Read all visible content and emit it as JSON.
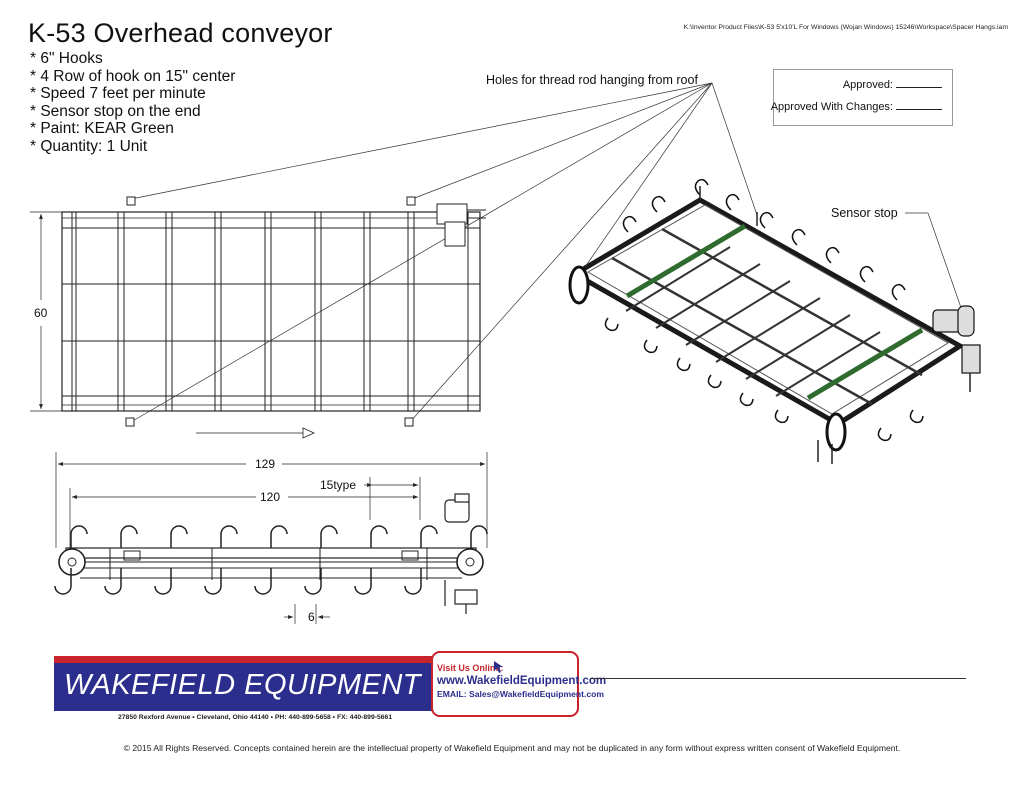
{
  "header": {
    "title": "K-53 Overhead conveyor",
    "file_path": "K:\\Inventor Product Files\\K-53 5'x10'L For Windows (Wojan Windows) 15246\\Workspace\\Spacer Hangs.iam"
  },
  "specs": [
    "* 6\" Hooks",
    "* 4 Row of hook on 15\" center",
    "* Speed 7 feet per minute",
    "* Sensor stop on the end",
    "* Paint: KEAR Green",
    "* Quantity: 1 Unit"
  ],
  "approval": {
    "approved_label": "Approved:",
    "approved_changes_label": "Approved With Changes:"
  },
  "callouts": {
    "holes": "Holes for thread rod hanging from roof",
    "sensor": "Sensor stop"
  },
  "dimensions": {
    "width": "60",
    "overall_length": "129",
    "inner_length": "120",
    "spacing": "15type",
    "hook": "6"
  },
  "branding": {
    "company": "WAKEFIELD EQUIPMENT",
    "address": "27850 Rexford Avenue • Cleveland, Ohio 44140 • PH: 440-899-5658 • FX: 440-899-5661",
    "visit_label": "Visit Us Online:",
    "website": "www.WakefieldEquipment.com",
    "email": "EMAIL: Sales@WakefieldEquipment.com"
  },
  "footer": {
    "copyright": "© 2015 All Rights Reserved. Concepts contained herein are the intellectual property of Wakefield Equipment and may not be duplicated in any form without express written consent of Wakefield Equipment."
  },
  "colors": {
    "brand_red": "#c9242b",
    "brand_blue": "#2b2e8c",
    "frame_green": "#2f6b2f",
    "line": "#222222"
  }
}
